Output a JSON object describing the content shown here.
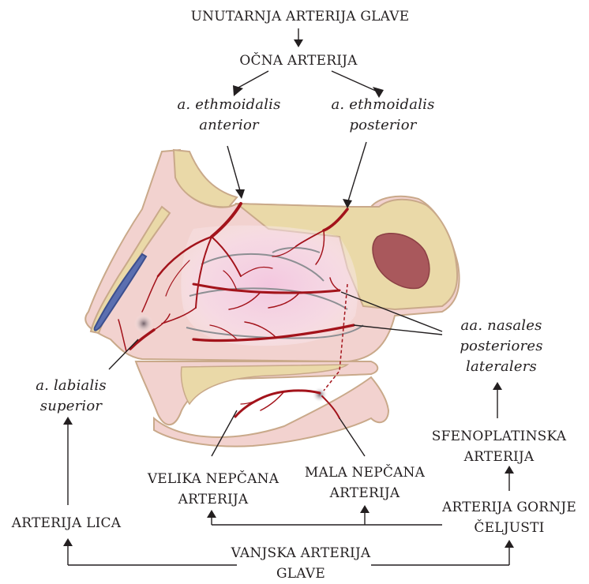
{
  "labels": {
    "internal_carotid": "UNUTARNJA ARTERIJA GLAVE",
    "ophthalmic": "OČNA ARTERIJA",
    "ant_ethmoidal_1": "a. ethmoidalis",
    "ant_ethmoidal_2": "anterior",
    "post_ethmoidal_1": "a. ethmoidalis",
    "post_ethmoidal_2": "posterior",
    "nasales_1": "aa. nasales",
    "nasales_2": "posteriores",
    "nasales_3": "lateralers",
    "labialis_1": "a. labialis",
    "labialis_2": "superior",
    "sphenopalatine_1": "SFENOPLATINSKA",
    "sphenopalatine_2": "ARTERIJA",
    "greater_palatine_1": "VELIKA NEPČANA",
    "greater_palatine_2": "ARTERIJA",
    "lesser_palatine_1": "MALA NEPČANA",
    "lesser_palatine_2": "ARTERIJA",
    "maxillary_1": "ARTERIJA GORNJE",
    "maxillary_2": "ČELJUSTI",
    "facial": "ARTERIJA LICA",
    "external_carotid_1": "VANJSKA ARTERIJA",
    "external_carotid_2": "GLAVE"
  },
  "colors": {
    "artery": "#a3131b",
    "bone": "#ead9a8",
    "bone_outline": "#c9a98a",
    "mucosa": "#f0c9c7",
    "cavity_pink": "#f6dcea",
    "sinus": "#a9585c",
    "cartilage": "#5b6fb0",
    "text": "#231f20"
  },
  "icons": [
    "arrow-head-icon"
  ]
}
